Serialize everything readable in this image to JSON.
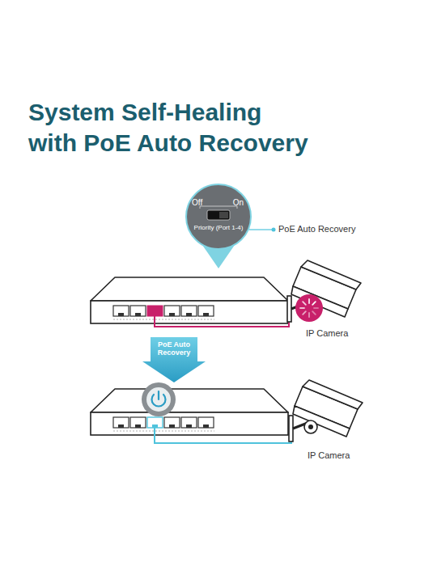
{
  "diagram": {
    "title": "System Self-Healing with PoE Auto Recovery",
    "nodes": [
      {
        "text": [
          "Off",
          "On",
          "Priority (Port 1-4)"
        ]
      },
      {
        "text": [
          "PoE Auto Recovery"
        ]
      }
    ],
    "labels": [
      "PoE Auto Recovery",
      "IP Camera",
      "IP Camera"
    ]
  }
}
